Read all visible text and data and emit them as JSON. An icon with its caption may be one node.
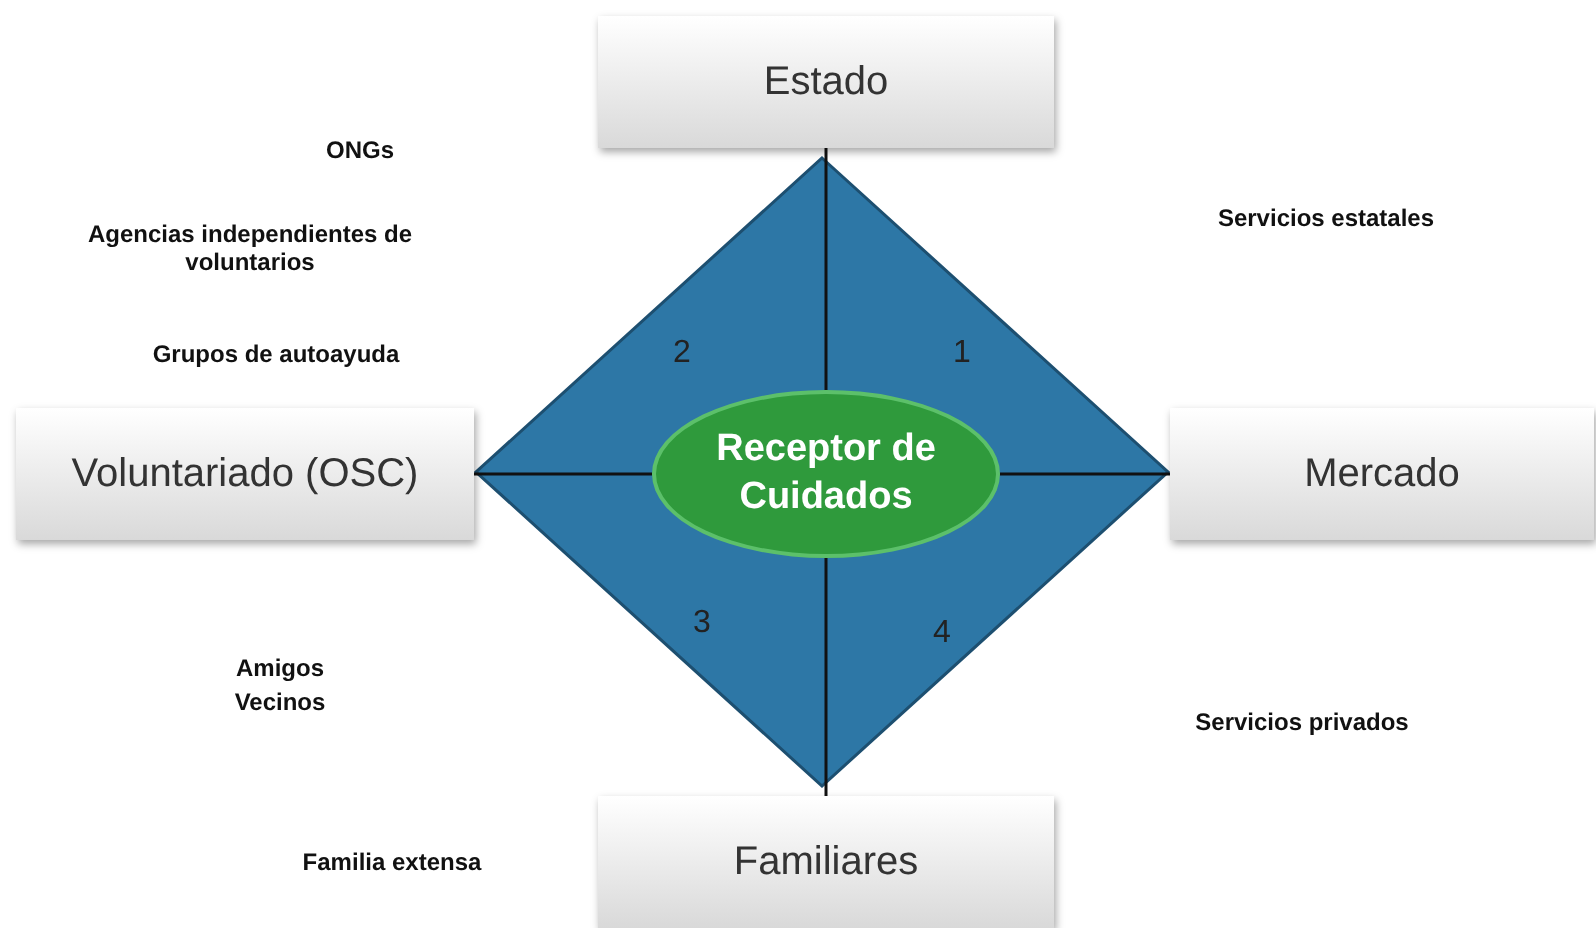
{
  "diagram": {
    "nodes": [
      {
        "text": [
          "Estado"
        ]
      },
      {
        "text": [
          "Voluntariado (OSC)"
        ]
      },
      {
        "text": [],
        "shape": "diamond"
      },
      {
        "text": [
          "Receptor de Cuidados"
        ],
        "in": 2
      },
      {
        "text": [
          "Mercado"
        ]
      },
      {
        "text": [
          "Familiares"
        ]
      }
    ],
    "edges": [
      {
        "from": 0,
        "to": 3,
        "arrow": "none"
      },
      {
        "from": 1,
        "to": 3,
        "arrow": "none"
      },
      {
        "from": 4,
        "to": 3,
        "arrow": "none"
      },
      {
        "from": 5,
        "to": 3,
        "arrow": "none"
      }
    ],
    "labels": [
      "ONGs",
      "Agencias independientes de voluntarios",
      "Servicios estatales",
      "Grupos de autoayuda",
      "2",
      "1",
      "3",
      "4",
      "Amigos",
      "Vecinos",
      "Servicios privados",
      "Familia extensa"
    ]
  }
}
